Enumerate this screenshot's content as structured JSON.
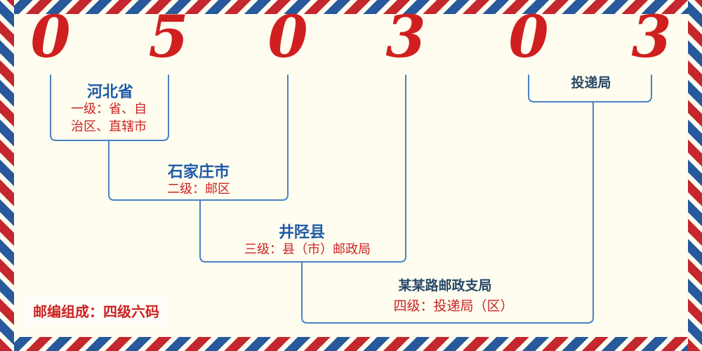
{
  "postal_code": "050303",
  "digits": [
    "0",
    "5",
    "0",
    "3",
    "0",
    "3"
  ],
  "levels": [
    {
      "name": "河北省",
      "desc": "一级：省、自\n治区、直辖市"
    },
    {
      "name": "石家庄市",
      "desc": "二级：邮区"
    },
    {
      "name": "井陉县",
      "desc": "三级：县（市）邮政局"
    },
    {
      "name": "某某路邮政支局",
      "desc": "四级：投递局（区）"
    }
  ],
  "delivery_office_label": "投递局",
  "footer_note": "邮编组成：四级六码",
  "colors": {
    "bg": "#fffdf0",
    "digit_red": "#d01f1f",
    "line_blue": "#4a82c4",
    "label_blue": "#1e5aa8",
    "label_navy": "#274766",
    "annotation_red": "#cc2222",
    "stripe_red": "#c4272e",
    "stripe_blue": "#27599c"
  }
}
